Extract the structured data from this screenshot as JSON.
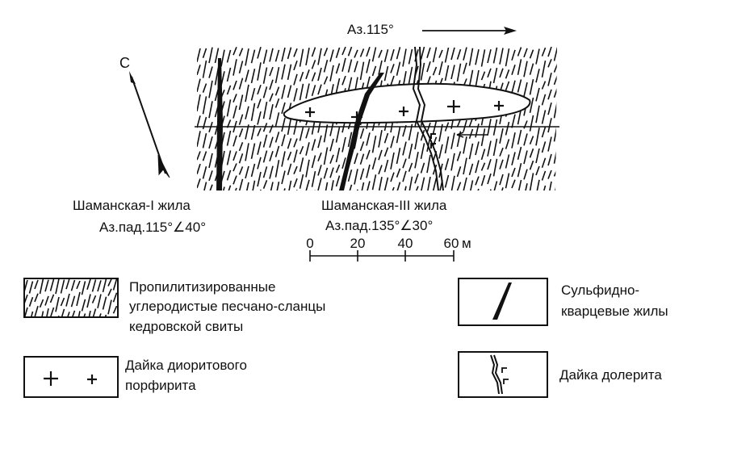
{
  "map": {
    "azimuth_label": "Аз.115°",
    "north_label": "С",
    "vein_1": {
      "name": "Шаманская-I жила",
      "dip": "Аз.пад.115°∠40°"
    },
    "vein_3": {
      "name": "Шаманская-III жила",
      "dip": "Аз.пад.135°∠30°"
    },
    "scale": {
      "ticks": [
        "0",
        "20",
        "40",
        "60"
      ],
      "unit": "м"
    }
  },
  "legend": {
    "schist": [
      "Пропилитизированные",
      "углеродистые песчано-сланцы",
      "кедровской свиты"
    ],
    "diorite": [
      "Дайка диоритового",
      "порфирита"
    ],
    "sulfide": [
      "Сульфидно-",
      "кварцевые жилы"
    ],
    "dolerite": [
      "Дайка долерита"
    ]
  },
  "colors": {
    "ink": "#111111",
    "background": "#ffffff"
  }
}
